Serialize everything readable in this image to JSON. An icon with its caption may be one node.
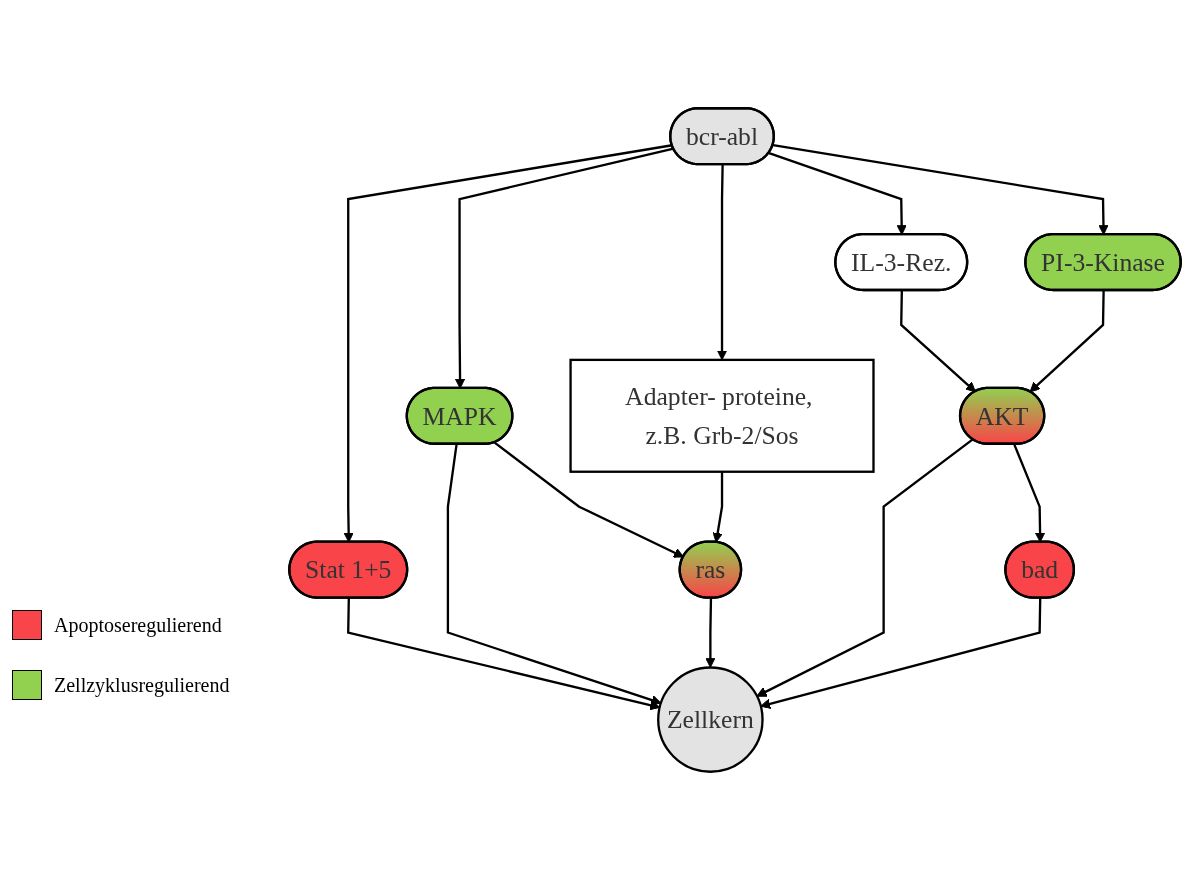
{
  "diagram": {
    "nodes": [
      {
        "text": [
          "IL-3-Rez."
        ]
      },
      {
        "text": [
          "bcr-abl"
        ]
      },
      {
        "text": [
          "PI-3-Kinase"
        ]
      },
      {
        "text": [
          "Stat 1+5"
        ]
      },
      {
        "text": [
          "MAPK"
        ]
      },
      {
        "text": [
          "Adapter- proteine, z.B. Grb-2/Sos"
        ]
      },
      {
        "text": [
          "ras"
        ]
      },
      {
        "text": [
          "AKT"
        ]
      },
      {
        "text": [
          "bad"
        ]
      },
      {
        "text": [
          "Zellkern"
        ]
      }
    ],
    "edges": [
      {
        "from": 1,
        "to": 0,
        "arrow": "to"
      },
      {
        "from": 1,
        "to": 2,
        "arrow": "to"
      },
      {
        "from": 1,
        "to": 3,
        "arrow": "to"
      },
      {
        "from": 1,
        "to": 4,
        "arrow": "to"
      },
      {
        "from": 1,
        "to": 5,
        "arrow": "to"
      },
      {
        "from": 0,
        "to": 7,
        "arrow": "to"
      },
      {
        "from": 2,
        "to": 7,
        "arrow": "to"
      },
      {
        "from": 3,
        "to": 9,
        "arrow": "to"
      },
      {
        "from": 4,
        "to": 6,
        "arrow": "to"
      },
      {
        "from": 4,
        "to": 9,
        "arrow": "to"
      },
      {
        "from": 5,
        "to": 6,
        "arrow": "to"
      },
      {
        "from": 6,
        "to": 9,
        "arrow": "to"
      },
      {
        "from": 7,
        "to": 9,
        "arrow": "to"
      },
      {
        "from": 7,
        "to": 8,
        "arrow": "to"
      },
      {
        "from": 8,
        "to": 9,
        "arrow": "to"
      }
    ],
    "legend": [
      {
        "text": "Apoptoseregulierend",
        "color": "#f94449"
      },
      {
        "text": "Zellzyklusregulierend",
        "color": "#92d050"
      }
    ]
  }
}
